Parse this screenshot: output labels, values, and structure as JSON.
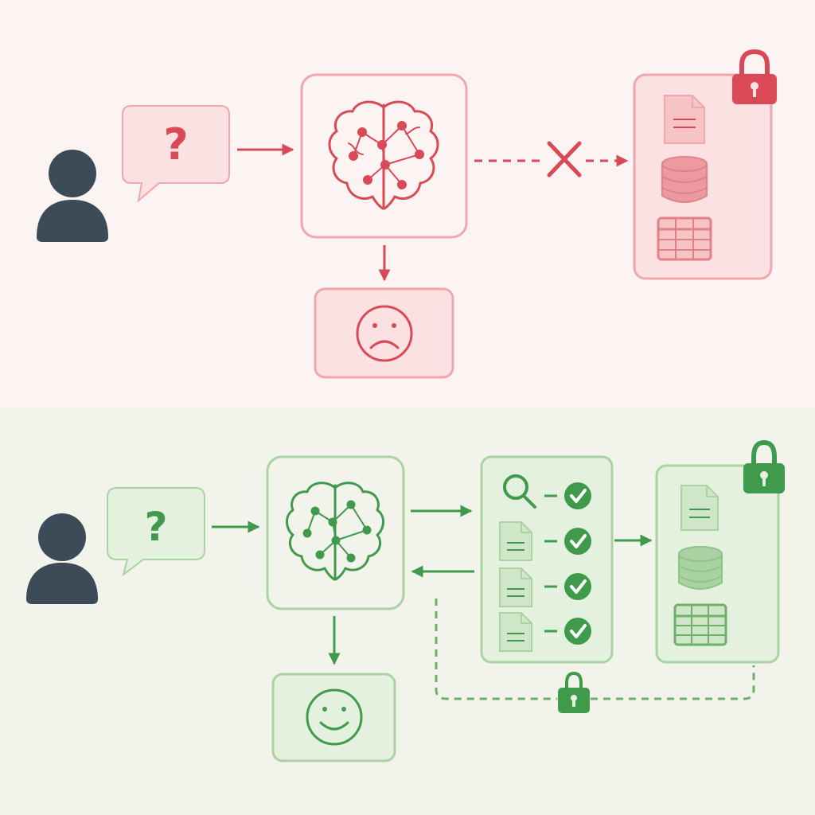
{
  "colors": {
    "top_bg": "#fcf4f2",
    "bottom_bg": "#f2f4ec",
    "red": "#d94a56",
    "red_light": "#fbe1e1",
    "red_border": "#eea8ac",
    "green": "#3f9a4c",
    "green_light": "#e4f1df",
    "green_border": "#a9d3a2",
    "person": "#3d4b59"
  },
  "top_panel": {
    "question_glyph": "?",
    "icons": [
      "person-icon",
      "speech-bubble-icon",
      "brain-network-icon",
      "blocked-x-icon",
      "padlock-icon",
      "document-icon",
      "database-icon",
      "table-icon",
      "sad-face-icon"
    ],
    "outcome": "failure"
  },
  "bottom_panel": {
    "question_glyph": "?",
    "icons": [
      "person-icon",
      "speech-bubble-icon",
      "brain-network-icon",
      "magnifier-icon",
      "document-icon",
      "check-icon",
      "padlock-icon",
      "database-icon",
      "table-icon",
      "smiley-face-icon"
    ],
    "retrieval_checks": 4,
    "outcome": "success"
  }
}
